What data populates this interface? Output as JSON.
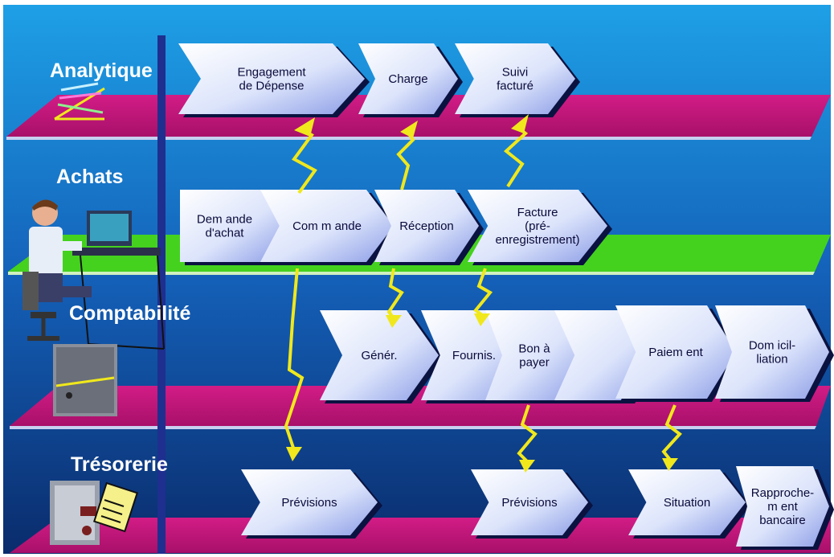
{
  "lanes": [
    {
      "id": "analytique",
      "title": "Analytique",
      "band_color": "#c0147a"
    },
    {
      "id": "achats",
      "title": "Achats",
      "band_color": "#44d21e"
    },
    {
      "id": "comptabilite",
      "title": "Comptabilité",
      "band_color": "#c0147a"
    },
    {
      "id": "tresorerie",
      "title": "Trésorerie",
      "band_color": "#c0147a"
    }
  ],
  "steps": {
    "engagement": [
      "Engagement",
      "de Dépense"
    ],
    "charge": [
      "Charge"
    ],
    "suivi": [
      "Suivi",
      "facturé"
    ],
    "demande": [
      "Dem ande",
      "d'achat"
    ],
    "commande": [
      "Com m ande"
    ],
    "reception": [
      "Réception"
    ],
    "facture": [
      "Facture",
      "(pré-",
      "enregistrement)"
    ],
    "gener": [
      "Génér."
    ],
    "fournis": [
      "Fournis."
    ],
    "bon_a_payer": [
      "Bon à",
      "payer"
    ],
    "paiement": [
      "Paiem ent"
    ],
    "domiciliation": [
      "Dom icil-",
      "liation"
    ],
    "previsions_1": [
      "Prévisions"
    ],
    "previsions_2": [
      "Prévisions"
    ],
    "situation": [
      "Situation"
    ],
    "rapprochement": [
      "Rapproche-",
      "m ent",
      "bancaire"
    ]
  },
  "colors": {
    "background_top": "#1c9adf",
    "background_bottom": "#0a2f72",
    "divider": "#1e2f8f",
    "lightning": "#f0e81c",
    "chevron_light": "#ffffff",
    "chevron_dark": "#8fa0e8"
  }
}
